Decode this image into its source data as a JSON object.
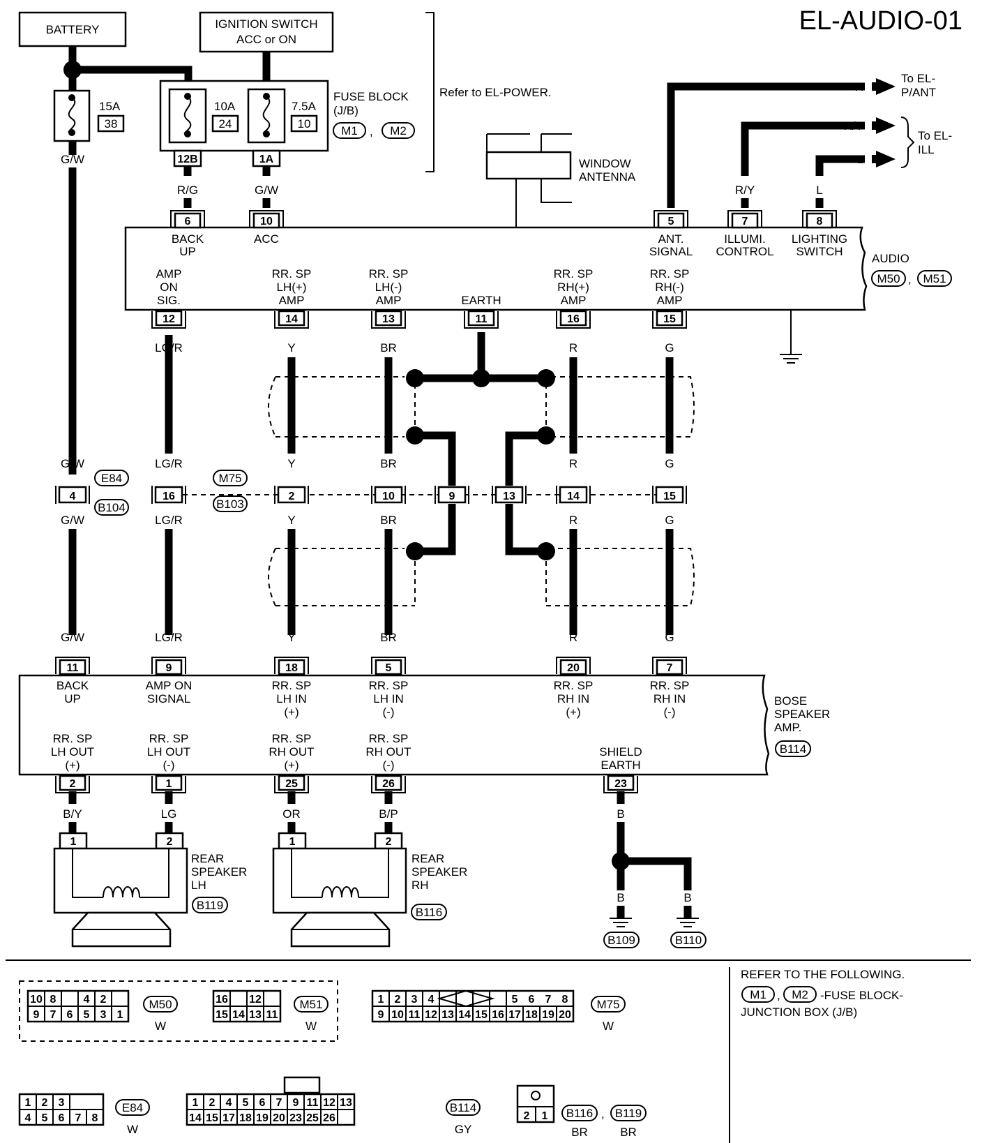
{
  "title": "EL-AUDIO-01",
  "power": {
    "battery": "BATTERY",
    "ignition_line1": "IGNITION SWITCH",
    "ignition_line2": "ACC or ON",
    "fuse1_amp": "15A",
    "fuse1_num": "38",
    "fuse2_amp": "10A",
    "fuse2_num": "24",
    "fuse3_amp": "7.5A",
    "fuse3_num": "10",
    "fuse_block_line1": "FUSE BLOCK",
    "fuse_block_line2": "(J/B)",
    "fuse_conn_1": "M1",
    "fuse_conn_2": "M2",
    "fuse_term_a": "12B",
    "fuse_term_b": "1A",
    "refer_power": "Refer to EL-POWER."
  },
  "right_top": {
    "r": "R",
    "to_pant_1": "To EL-",
    "to_pant_2": "P/ANT",
    "ry": "R/Y",
    "l": "L",
    "to_ill_1": "To EL-",
    "to_ill_2": "ILL",
    "window_1": "WINDOW",
    "window_2": "ANTENNA"
  },
  "audio": {
    "name": "AUDIO",
    "conn_1": "M50",
    "conn_2": "M51",
    "top_pins": [
      {
        "num": "6",
        "wire": "R/G",
        "label1": "BACK",
        "label2": "UP"
      },
      {
        "num": "10",
        "wire": "G/W",
        "label1": "ACC",
        "label2": ""
      },
      {
        "num": "5",
        "wire": "R",
        "label1": "ANT.",
        "label2": "SIGNAL"
      },
      {
        "num": "7",
        "wire": "R/Y",
        "label1": "ILLUMI.",
        "label2": "CONTROL"
      },
      {
        "num": "8",
        "wire": "L",
        "label1": "LIGHTING",
        "label2": "SWITCH"
      }
    ],
    "bottom_pins": [
      {
        "num": "12",
        "l1": "AMP",
        "l2": "ON",
        "l3": "SIG."
      },
      {
        "num": "14",
        "l1": "RR. SP",
        "l2": "LH(+)",
        "l3": "AMP"
      },
      {
        "num": "13",
        "l1": "RR. SP",
        "l2": "LH(-)",
        "l3": "AMP"
      },
      {
        "num": "11",
        "l1": "",
        "l2": "",
        "l3": "EARTH"
      },
      {
        "num": "16",
        "l1": "RR. SP",
        "l2": "RH(+)",
        "l3": "AMP"
      },
      {
        "num": "15",
        "l1": "RR. SP",
        "l2": "RH(-)",
        "l3": "AMP"
      }
    ]
  },
  "wires": {
    "gw": "G/W",
    "lgr": "LG/R",
    "y": "Y",
    "br": "BR",
    "r": "R",
    "g": "G"
  },
  "joint": {
    "e84": "E84",
    "b104": "B104",
    "m75": "M75",
    "b103": "B103",
    "pins": [
      "4",
      "16",
      "2",
      "10",
      "9",
      "13",
      "14",
      "15"
    ]
  },
  "bose": {
    "name1": "BOSE",
    "name2": "SPEAKER",
    "name3": "AMP.",
    "conn": "B114",
    "top_pins": [
      {
        "num": "11",
        "l1": "BACK",
        "l2": "UP",
        "l3": ""
      },
      {
        "num": "9",
        "l1": "AMP ON",
        "l2": "SIGNAL",
        "l3": ""
      },
      {
        "num": "18",
        "l1": "RR. SP",
        "l2": "LH IN",
        "l3": "(+)"
      },
      {
        "num": "5",
        "l1": "RR. SP",
        "l2": "LH IN",
        "l3": "(-)"
      },
      {
        "num": "20",
        "l1": "RR. SP",
        "l2": "RH IN",
        "l3": "(+)"
      },
      {
        "num": "7",
        "l1": "RR. SP",
        "l2": "RH IN",
        "l3": "(-)"
      }
    ],
    "bottom_pins": [
      {
        "num": "2",
        "l1": "RR. SP",
        "l2": "LH OUT",
        "l3": "(+)",
        "wire": "B/Y"
      },
      {
        "num": "1",
        "l1": "RR. SP",
        "l2": "LH OUT",
        "l3": "(-)",
        "wire": "LG"
      },
      {
        "num": "25",
        "l1": "RR. SP",
        "l2": "RH OUT",
        "l3": "(+)",
        "wire": "OR"
      },
      {
        "num": "26",
        "l1": "RR. SP",
        "l2": "RH OUT",
        "l3": "(-)",
        "wire": "B/P"
      },
      {
        "num": "23",
        "l1": "",
        "l2": "SHIELD",
        "l3": "EARTH",
        "wire": "B"
      }
    ]
  },
  "speakers": {
    "lh_1": "REAR",
    "lh_2": "SPEAKER",
    "lh_3": "LH",
    "lh_conn": "B119",
    "rh_1": "REAR",
    "rh_2": "SPEAKER",
    "rh_3": "RH",
    "rh_conn": "B116",
    "pin1": "1",
    "pin2": "2"
  },
  "ground": {
    "b": "B",
    "g1": "B109",
    "g2": "B110"
  },
  "legend": {
    "refer_1": "REFER TO THE FOLLOWING.",
    "refer_m1": "M1",
    "refer_m2": "M2",
    "refer_2": "-FUSE BLOCK-",
    "refer_3": "JUNCTION BOX (J/B)",
    "m50": {
      "name": "M50",
      "color": "W",
      "row1": [
        "10",
        "8",
        "",
        "4",
        "2"
      ],
      "row2": [
        "9",
        "7",
        "6",
        "5",
        "3",
        "1"
      ]
    },
    "m51": {
      "name": "M51",
      "color": "W",
      "row1": [
        "16",
        "",
        "12"
      ],
      "row2": [
        "15",
        "14",
        "13",
        "11"
      ]
    },
    "m75": {
      "name": "M75",
      "color": "W",
      "row1": [
        "1",
        "2",
        "3",
        "4",
        "5",
        "6",
        "7",
        "8"
      ],
      "row2": [
        "9",
        "10",
        "11",
        "12",
        "13",
        "14",
        "15",
        "16",
        "17",
        "18",
        "19",
        "20"
      ]
    },
    "e84": {
      "name": "E84",
      "color": "W",
      "row1": [
        "1",
        "2",
        "3"
      ],
      "row2": [
        "4",
        "5",
        "6",
        "7",
        "8"
      ]
    },
    "b114": {
      "name": "B114",
      "color": "GY",
      "row1": [
        "1",
        "2",
        "4",
        "5",
        "6",
        "7",
        "9",
        "11",
        "12",
        "13"
      ],
      "row2": [
        "14",
        "15",
        "17",
        "18",
        "19",
        "20",
        "23",
        "25",
        "26"
      ]
    },
    "b116": {
      "name": "B116",
      "color": "BR",
      "pins": [
        "2",
        "1"
      ]
    },
    "b119": {
      "name": "B119",
      "color": "BR"
    }
  }
}
